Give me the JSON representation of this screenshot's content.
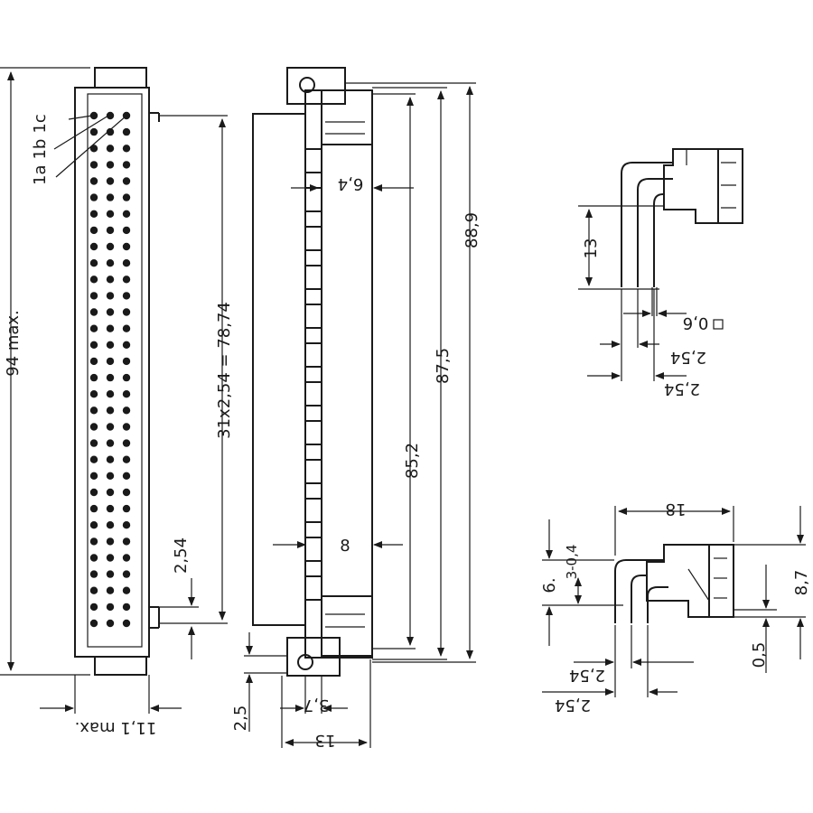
{
  "front_view": {
    "height_label": "94 max.",
    "width_label": "11,1 max.",
    "pin_labels": [
      "1a",
      "1b",
      "1c"
    ],
    "pitch_label": "2,54",
    "span_label": "31x2,54 = 78,74"
  },
  "side_view": {
    "dim_6_4": "6,4",
    "dim_8": "8",
    "dim_85_2": "85,2",
    "dim_87_5": "87,5",
    "dim_88_9": "88,9",
    "dim_2_5": "2,5",
    "dim_3_7": "3,7",
    "dim_13": "13"
  },
  "detail_top": {
    "dim_13": "13",
    "dim_0_6": "0,6",
    "pitch_a": "2,54",
    "pitch_b": "2,54"
  },
  "detail_bottom": {
    "dim_18": "18",
    "dim_6": "6.",
    "dim_3": "3-0,4",
    "dim_8_7": "8,7",
    "dim_0_5": "0,5",
    "pitch_a": "2,54",
    "pitch_b": "2,54"
  }
}
